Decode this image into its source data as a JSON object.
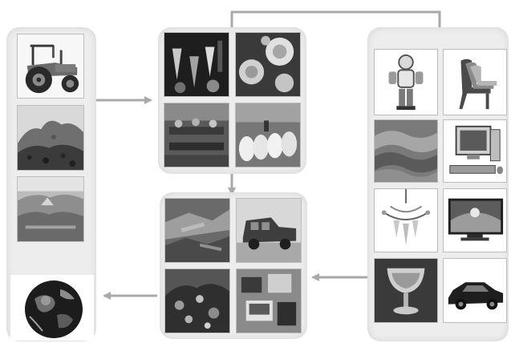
{
  "diagram": {
    "type": "cycle-flow",
    "colors": {
      "panel": "#ededed",
      "tile_border": "#bdbdbd",
      "arrow": "#a9a9a9"
    },
    "stages": [
      {
        "key": "raw-materials",
        "items": [
          {
            "icon": "tractor-icon"
          },
          {
            "icon": "ore-pile-icon"
          },
          {
            "icon": "mine-site-icon"
          }
        ]
      },
      {
        "key": "earth",
        "items": [
          {
            "icon": "globe-icon"
          }
        ]
      },
      {
        "key": "manufacturing",
        "items": [
          {
            "icon": "glass-production-icon"
          },
          {
            "icon": "lace-fabric-icon"
          },
          {
            "icon": "factory-workers-icon"
          },
          {
            "icon": "paper-rolls-icon"
          }
        ]
      },
      {
        "key": "products",
        "items": [
          {
            "icon": "robot-icon"
          },
          {
            "icon": "stacked-chairs-icon"
          },
          {
            "icon": "fabric-bolts-icon"
          },
          {
            "icon": "desktop-computer-icon"
          },
          {
            "icon": "chandelier-icon"
          },
          {
            "icon": "flat-tv-icon"
          },
          {
            "icon": "crystal-goblet-icon"
          },
          {
            "icon": "sedan-car-icon"
          }
        ]
      },
      {
        "key": "waste",
        "items": [
          {
            "icon": "scrap-pile-icon"
          },
          {
            "icon": "rusty-car-icon"
          },
          {
            "icon": "trash-heap-icon"
          },
          {
            "icon": "e-waste-icon"
          }
        ]
      }
    ],
    "flows": [
      {
        "from": "raw-materials",
        "to": "manufacturing"
      },
      {
        "from": "manufacturing",
        "to": "products"
      },
      {
        "from": "manufacturing",
        "to": "waste"
      },
      {
        "from": "products",
        "to": "waste"
      },
      {
        "from": "waste",
        "to": "earth"
      },
      {
        "from": "earth",
        "to": "raw-materials"
      }
    ]
  }
}
